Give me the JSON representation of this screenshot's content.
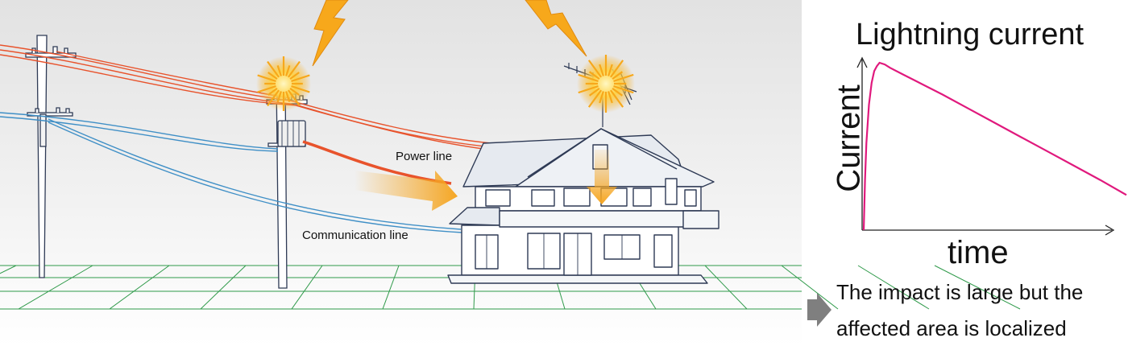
{
  "labels": {
    "power_line": "Power line",
    "communication_line": "Communication line"
  },
  "chart_data": {
    "type": "line",
    "title": "Lightning current",
    "xlabel": "time",
    "ylabel": "Current",
    "series": [
      {
        "color": "#e0197d",
        "x": [
          0,
          0.5,
          1,
          2,
          3,
          4,
          5,
          6,
          8,
          10,
          15,
          20,
          30,
          40,
          50,
          60,
          70,
          80,
          90,
          100
        ],
        "y": [
          0,
          30,
          52,
          75,
          88,
          95,
          98,
          100,
          99,
          97,
          93,
          89,
          81,
          72.5,
          64,
          55.5,
          47,
          38.5,
          30,
          21
        ]
      }
    ],
    "xlim": [
      0,
      100
    ],
    "ylim": [
      0,
      100
    ],
    "grid": false
  },
  "note": {
    "line1": "The impact is large but the",
    "line2": "affected area is localized"
  },
  "colors": {
    "power": "#e8532c",
    "communication": "#3f8fc6",
    "outline": "#2e3a55",
    "flash": "#f7a81b",
    "arrow": "#f5a623",
    "grid": "#2f9a4a",
    "curve": "#e0197d"
  }
}
